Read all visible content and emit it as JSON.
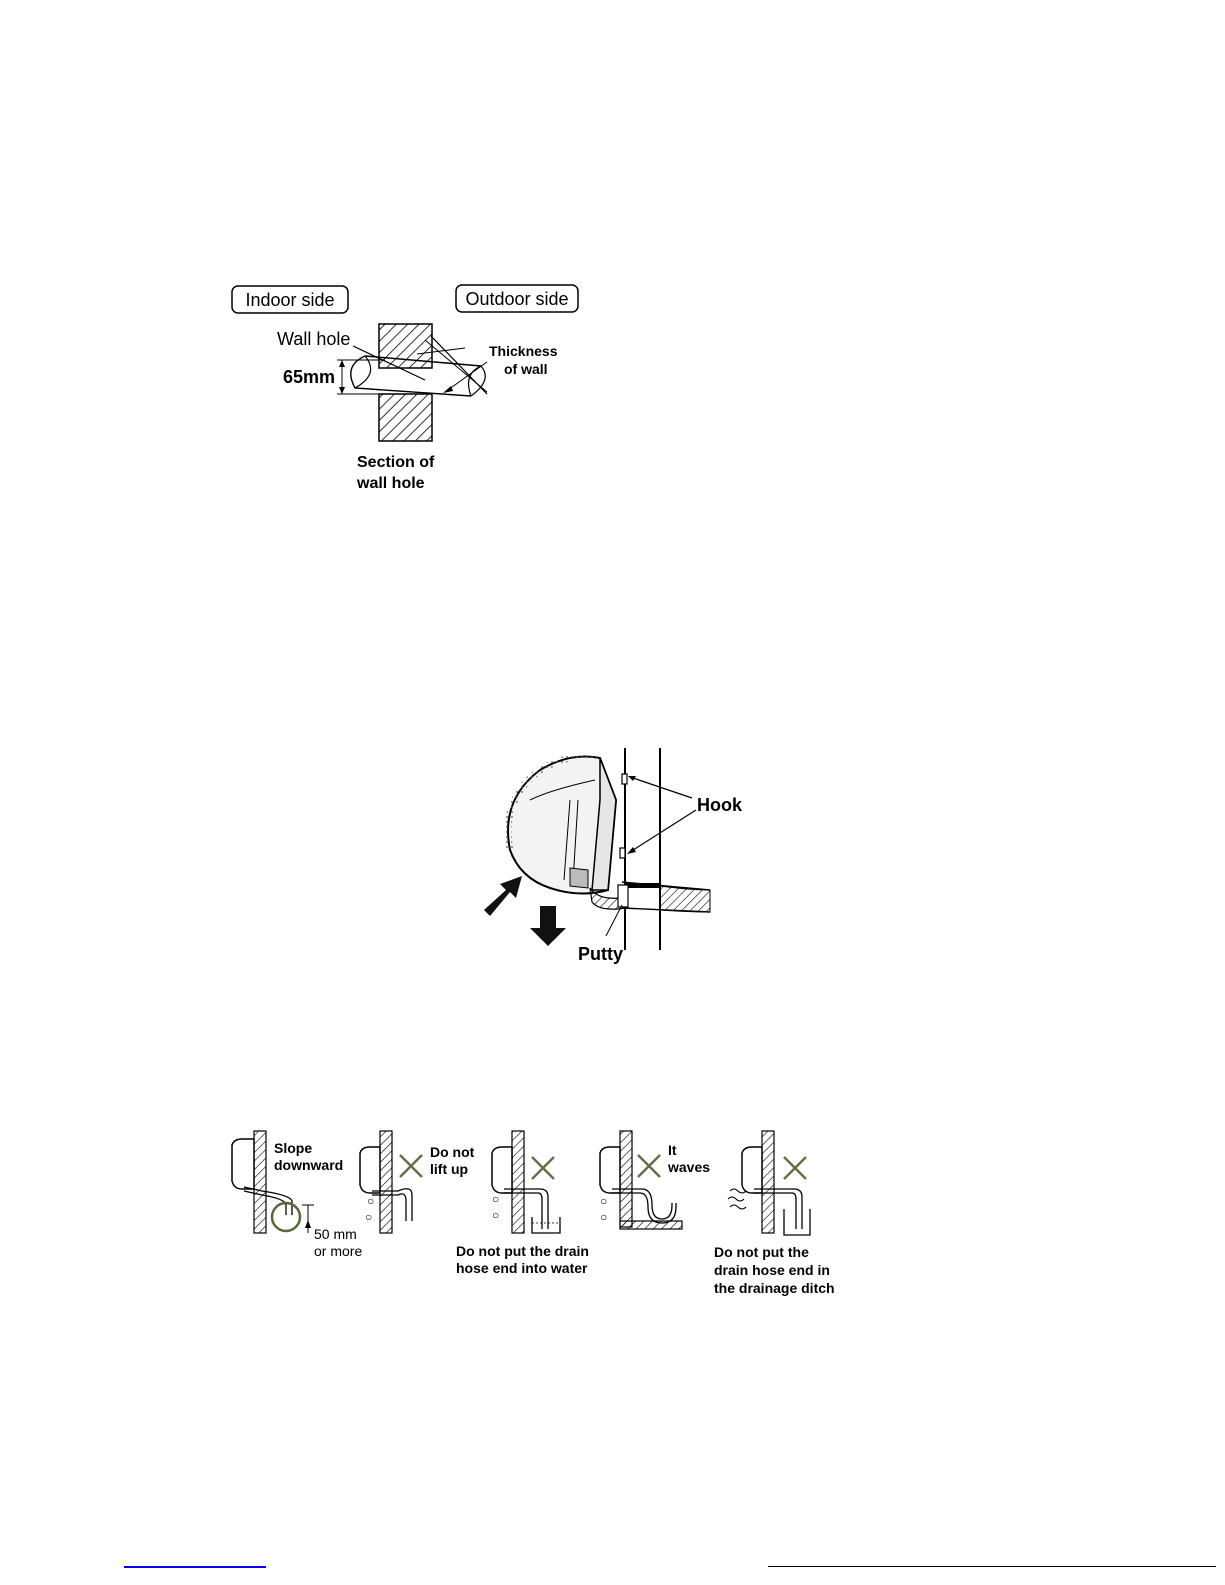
{
  "figure1": {
    "indoor_side": "Indoor side",
    "outdoor_side": "Outdoor side",
    "wall_hole": "Wall hole",
    "dimension": "65mm",
    "thickness_line1": "Thickness",
    "thickness_line2": "of wall",
    "section_line1": "Section of",
    "section_line2": "wall hole"
  },
  "figure2": {
    "hook": "Hook",
    "putty": "Putty"
  },
  "figure3": {
    "panel1_line1": "Slope",
    "panel1_line2": "downward",
    "panel1_dim_line1": "50 mm",
    "panel1_dim_line2": "or more",
    "panel2_line1": "Do not",
    "panel2_line2": "lift up",
    "panel3_caption_line1": "Do not put the drain",
    "panel3_caption_line2": "hose end into water",
    "panel4_line1": "It",
    "panel4_line2": "waves",
    "panel5_caption_line1": "Do not put the",
    "panel5_caption_line2": "drain hose end in",
    "panel5_caption_line3": "the drainage ditch"
  },
  "colors": {
    "cross_mark": "#6b6b47",
    "circle_mark": "#556b2f"
  }
}
